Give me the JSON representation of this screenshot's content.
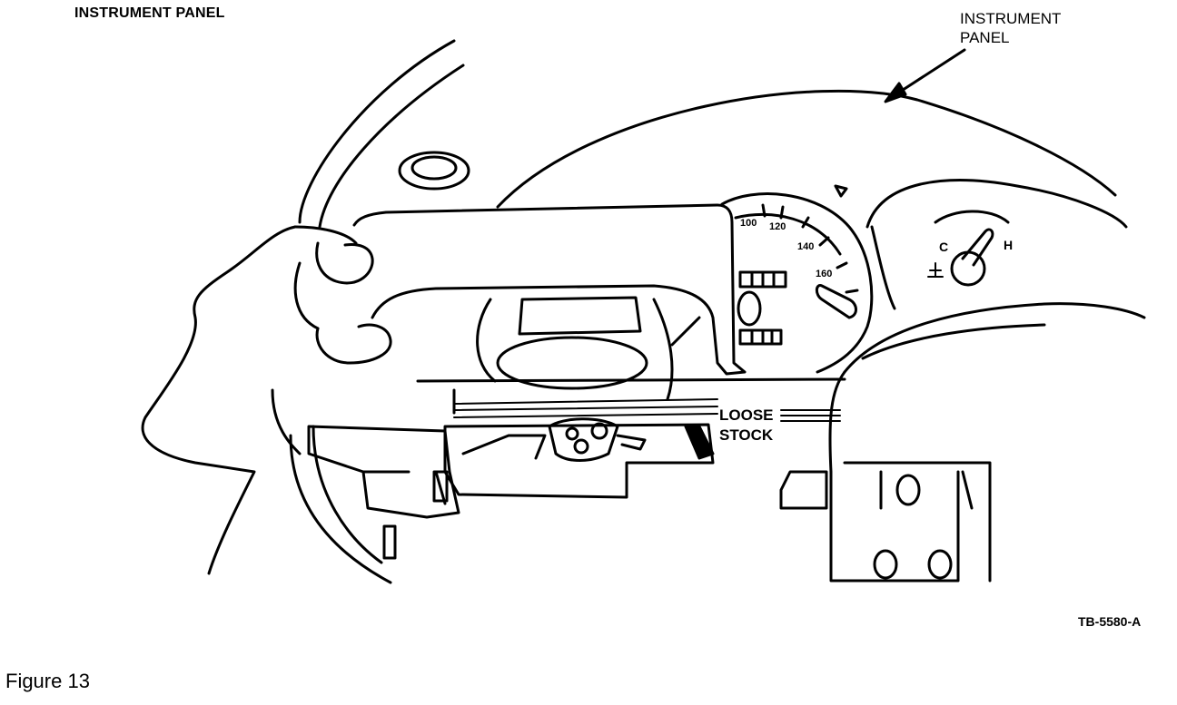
{
  "heading": "INSTRUMENT PANEL",
  "callout_label": "INSTRUMENT\nPANEL",
  "loose_label_line1": "LOOSE",
  "loose_label_line2": "STOCK",
  "speedo_ticks": [
    "100",
    "120",
    "140",
    "160"
  ],
  "temp_low": "C",
  "temp_high": "H",
  "drawing_code": "TB-5580-A",
  "caption": "Figure 13"
}
